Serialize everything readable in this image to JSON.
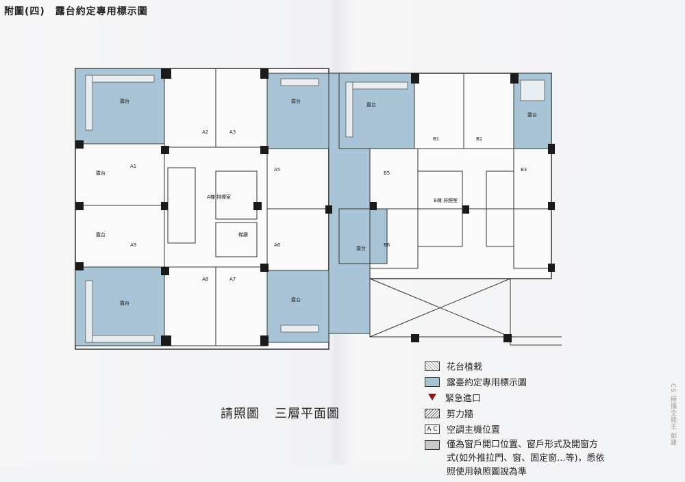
{
  "title": "附圖(四)　露台約定專用標示圖",
  "caption": {
    "left": "請照圖",
    "right": "三層平面圖"
  },
  "legend": [
    {
      "swatch": "hatch",
      "label": "花台植栽"
    },
    {
      "swatch": "blue",
      "label": "露臺約定專用標示圖"
    },
    {
      "swatch": "tri",
      "label": "緊急進口"
    },
    {
      "swatch": "diag",
      "label": "剪力牆"
    },
    {
      "swatch": "ac",
      "swatch_text": "A C",
      "label": "空調主機位置"
    }
  ],
  "note_lines": [
    "僅為窗戶開口位置、窗戶形式及開窗方",
    "式(如外推拉門、窗、固定窗...等)，悉依",
    "照使用執照圖說為準"
  ],
  "watermark": "CS 掃描全能王 創建",
  "plan_labels": {
    "a_core": "A棟 排煙室",
    "b_core": "B棟 排煙室",
    "units": [
      "A1",
      "A2",
      "A3",
      "A5",
      "A6",
      "A7",
      "A8",
      "A9",
      "B1",
      "B2",
      "B3",
      "B5",
      "B6"
    ],
    "terraces": [
      "露台",
      "露台",
      "露台",
      "露台",
      "露台",
      "露台",
      "露台",
      "露台",
      "露台"
    ],
    "hall": "梯廳"
  },
  "colors": {
    "terrace": "#a9c4d6",
    "wall": "#1a1a1a",
    "line": "#333333"
  }
}
